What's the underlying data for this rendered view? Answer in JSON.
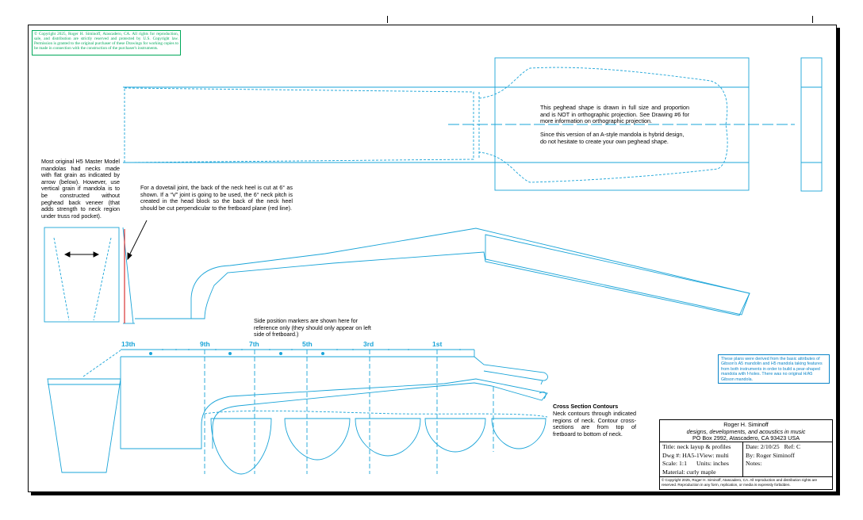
{
  "copyright_box": "© Copyright 2025, Roger H. Siminoff, Atascadero, CA. All rights for reproduction, sale, and distribution are strictly reserved and protected by U.S. Copyright law. Permission is granted to the original purchaser of these Drawings for working copies to be made in connection with the construction of the purchaser's instruments.",
  "notes": {
    "peghead": "This peghead shape is drawn in full size and proportion and is NOT in orthographic projection. See Drawing #6 for more information on orthographic projection.",
    "hybrid": "Since this version of an A-style mandola is hybrid design, do not hesitate to create your own peghead shape.",
    "grain": "Most original H5 Master Model mandolas had necks made with flat grain as indicated by arrow (below). However, use vertical grain if mandola is to be constructed without peghead back veneer (that adds strength to neck region under truss rod pocket).",
    "dovetail": "For a dovetail joint, the back of the neck heel is cut at 6° as shown. If a “V” joint is going to be used, the 6° neck pitch is created in the head block so the back of the neck heel should be cut perpendicular to the fretboard plane (red line).",
    "markers": "Side position markers are shown here for reference only (they should only appear on left side of fretboard.)",
    "contours_title": "Cross Section Contours",
    "contours_body": "Neck contours through indicated regions of neck. Contour cross-sections are from top of fretboard to bottom of neck.",
    "derived": "These plans were derived from the basic attributes of Gibson's A5 mandolin and H5 mandola taking features from both instruments in order to build a pear-shaped mandola with f-holes. There was no original H/A5 Gibson mandola."
  },
  "fret_markers": [
    "13th",
    "9th",
    "7th",
    "5th",
    "3rd",
    "1st"
  ],
  "title_block": {
    "name": "Roger H. Siminoff",
    "tagline": "designs, developments, and acoustics in music",
    "address": "PO Box 2992, Atascadero, CA 93423 USA",
    "title": "Title: neck layup & profiles",
    "dwg": "Dwg #: HA5-1",
    "view": "View: multi",
    "scale": "Scale: 1:1",
    "units": "Units: inches",
    "material": "Material:  curly maple",
    "date": "Date: 2/10/25",
    "ref": "Ref: C",
    "by": "By: Roger Siminoff",
    "notes_label": "Notes:",
    "footer": "© Copyright 2025, Roger H. Siminoff, Atascadero, CA. All reproduction and distribution rights are reserved. Reproduction in any form, replication, or media is expressly forbidden."
  },
  "colors": {
    "line": "#1aa4d8",
    "text": "#000000",
    "copyright": "#00a85a",
    "heel_cut": "#d42020"
  }
}
